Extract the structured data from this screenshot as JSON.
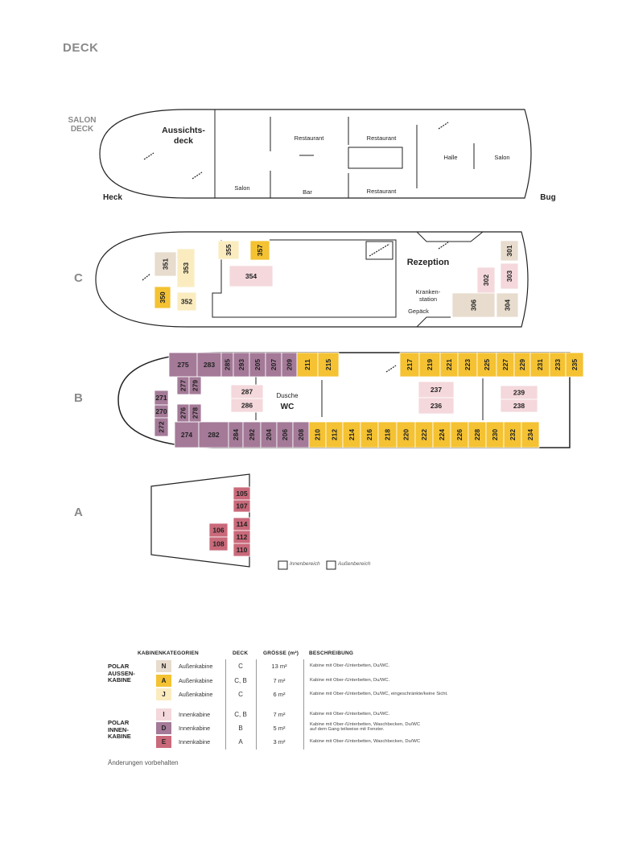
{
  "title": "DECK",
  "colors": {
    "N": "#e7dccd",
    "A": "#f4c232",
    "J": "#fbecc0",
    "I": "#f4d8dc",
    "D": "#a47a98",
    "E": "#c9697a"
  },
  "decks": {
    "salon": {
      "label": "SALON DECK",
      "rooms": [
        "Aussichts-deck",
        "Restaurant",
        "Restaurant",
        "Halle",
        "Salon",
        "Salon",
        "Bar",
        "Restaurant"
      ],
      "heck": "Heck",
      "bug": "Bug"
    },
    "c": {
      "label": "C",
      "cabins": [
        {
          "no": "351",
          "cat": "N"
        },
        {
          "no": "353",
          "cat": "J"
        },
        {
          "no": "350",
          "cat": "A"
        },
        {
          "no": "352",
          "cat": "J"
        },
        {
          "no": "355",
          "cat": "J"
        },
        {
          "no": "357",
          "cat": "A"
        },
        {
          "no": "354",
          "cat": "I"
        },
        {
          "no": "301",
          "cat": "N"
        },
        {
          "no": "302",
          "cat": "I"
        },
        {
          "no": "303",
          "cat": "I"
        },
        {
          "no": "306",
          "cat": "N"
        },
        {
          "no": "304",
          "cat": "N"
        }
      ],
      "rooms": [
        "Rezeption",
        "Kranken-station",
        "Gepäck"
      ]
    },
    "b": {
      "label": "B",
      "top": [
        {
          "no": "275",
          "cat": "D"
        },
        {
          "no": "283",
          "cat": "D"
        },
        {
          "no": "285",
          "cat": "D"
        },
        {
          "no": "293",
          "cat": "D"
        },
        {
          "no": "205",
          "cat": "D"
        },
        {
          "no": "207",
          "cat": "D"
        },
        {
          "no": "209",
          "cat": "D"
        },
        {
          "no": "211",
          "cat": "A"
        },
        {
          "no": "215",
          "cat": "A"
        },
        {
          "no": "217",
          "cat": "A"
        },
        {
          "no": "219",
          "cat": "A"
        },
        {
          "no": "221",
          "cat": "A"
        },
        {
          "no": "223",
          "cat": "A"
        },
        {
          "no": "225",
          "cat": "A"
        },
        {
          "no": "227",
          "cat": "A"
        },
        {
          "no": "229",
          "cat": "A"
        },
        {
          "no": "231",
          "cat": "A"
        },
        {
          "no": "233",
          "cat": "A"
        },
        {
          "no": "235",
          "cat": "A"
        }
      ],
      "bottom": [
        {
          "no": "274",
          "cat": "D"
        },
        {
          "no": "282",
          "cat": "D"
        },
        {
          "no": "284",
          "cat": "D"
        },
        {
          "no": "292",
          "cat": "D"
        },
        {
          "no": "204",
          "cat": "D"
        },
        {
          "no": "206",
          "cat": "D"
        },
        {
          "no": "208",
          "cat": "D"
        },
        {
          "no": "210",
          "cat": "A"
        },
        {
          "no": "212",
          "cat": "A"
        },
        {
          "no": "214",
          "cat": "A"
        },
        {
          "no": "216",
          "cat": "A"
        },
        {
          "no": "218",
          "cat": "A"
        },
        {
          "no": "220",
          "cat": "A"
        },
        {
          "no": "222",
          "cat": "A"
        },
        {
          "no": "224",
          "cat": "A"
        },
        {
          "no": "226",
          "cat": "A"
        },
        {
          "no": "228",
          "cat": "A"
        },
        {
          "no": "230",
          "cat": "A"
        },
        {
          "no": "232",
          "cat": "A"
        },
        {
          "no": "234",
          "cat": "A"
        }
      ],
      "aft": [
        {
          "no": "271",
          "cat": "D"
        },
        {
          "no": "270",
          "cat": "D"
        },
        {
          "no": "272",
          "cat": "D"
        },
        {
          "no": "277",
          "cat": "D"
        },
        {
          "no": "279",
          "cat": "D"
        },
        {
          "no": "276",
          "cat": "D"
        },
        {
          "no": "278",
          "cat": "D"
        }
      ],
      "inner": [
        {
          "no": "287",
          "cat": "I"
        },
        {
          "no": "286",
          "cat": "I"
        },
        {
          "no": "237",
          "cat": "I"
        },
        {
          "no": "236",
          "cat": "I"
        },
        {
          "no": "239",
          "cat": "I"
        },
        {
          "no": "238",
          "cat": "I"
        }
      ],
      "rooms": [
        "Dusche",
        "WC"
      ]
    },
    "a": {
      "label": "A",
      "cabins": [
        {
          "no": "105",
          "cat": "E"
        },
        {
          "no": "107",
          "cat": "E"
        },
        {
          "no": "106",
          "cat": "E"
        },
        {
          "no": "108",
          "cat": "E"
        },
        {
          "no": "114",
          "cat": "E"
        },
        {
          "no": "112",
          "cat": "E"
        },
        {
          "no": "110",
          "cat": "E"
        }
      ]
    }
  },
  "key": {
    "inside": "Innenbereich",
    "outside": "Außenbereich"
  },
  "legend": {
    "headers": {
      "categories": "KABINENKATEGORIEN",
      "deck": "DECK",
      "size": "GRÖSSE (m²)",
      "description": "BESCHREIBUNG"
    },
    "groups": [
      {
        "name": "POLAR AUSSEN-KABINE"
      },
      {
        "name": "POLAR INNEN-KABINE"
      }
    ],
    "rows": [
      {
        "code": "N",
        "type": "Außenkabine",
        "deck": "C",
        "size": "13 m²",
        "desc": "Kabine mit Ober-/Unterbetten, Du/WC."
      },
      {
        "code": "A",
        "type": "Außenkabine",
        "deck": "C, B",
        "size": "7 m²",
        "desc": "Kabine mit Ober-/Unterbetten, Du/WC."
      },
      {
        "code": "J",
        "type": "Außenkabine",
        "deck": "C",
        "size": "6 m²",
        "desc": "Kabine mit Ober-/Unterbetten, Du/WC, eingeschränkte/keine Sicht."
      },
      {
        "code": "I",
        "type": "Innenkabine",
        "deck": "C, B",
        "size": "7 m²",
        "desc": "Kabine mit Ober-/Unterbetten, Du/WC."
      },
      {
        "code": "D",
        "type": "Innenkabine",
        "deck": "B",
        "size": "5 m²",
        "desc": "Kabine mit Ober-/Unterbetten, Waschbecken, Du/WC",
        "desc2": "auf dem Gang teilweise mit Fenster."
      },
      {
        "code": "E",
        "type": "Innenkabine",
        "deck": "A",
        "size": "3 m²",
        "desc": "Kabine mit Ober-/Unterbetten, Waschbecken, Du/WC"
      }
    ]
  },
  "note": "Änderungen vorbehalten"
}
